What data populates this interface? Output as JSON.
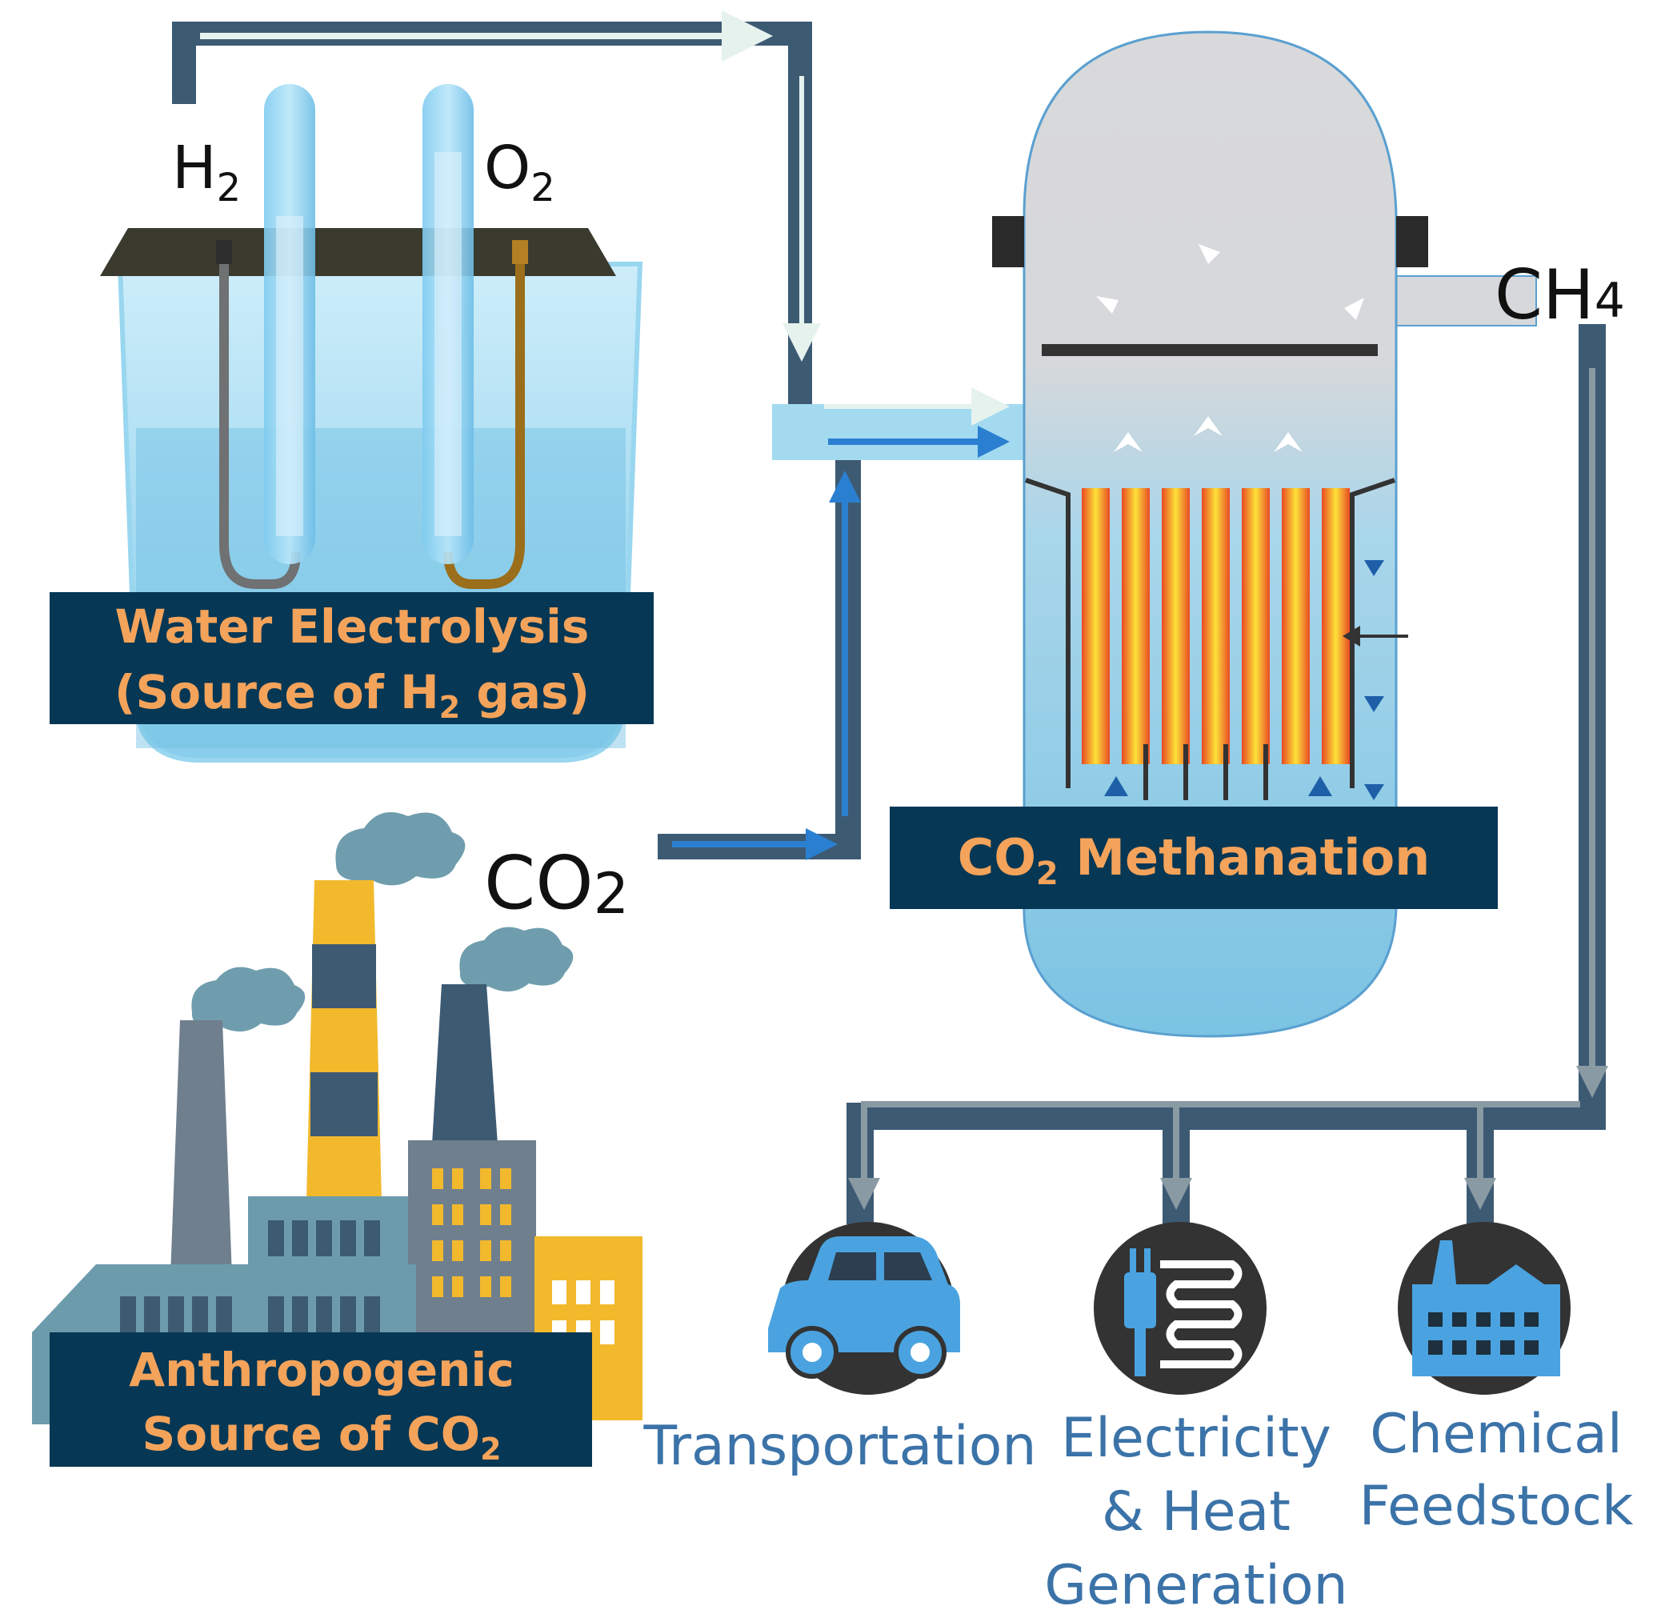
{
  "electrolysis": {
    "h2_label": "H",
    "h2_sub": "2",
    "o2_label": "O",
    "o2_sub": "2",
    "title_line1": "Water Electrolysis",
    "title_line2_pre": "(Source of H",
    "title_line2_sub": "2",
    "title_line2_post": " gas)"
  },
  "source": {
    "co2_label": "CO",
    "co2_sub": "2",
    "title_line1": "Anthropogenic",
    "title_line2_pre": "Source of CO",
    "title_line2_sub": "2"
  },
  "reactor": {
    "ch4_label": "CH",
    "ch4_sub": "4",
    "title_pre": "CO",
    "title_sub": "2",
    "title_post": " Methanation"
  },
  "uses": {
    "transportation": "Transportation",
    "electricity_line1": "Electricity",
    "electricity_line2": "& Heat",
    "electricity_line3": "Generation",
    "chemical_line1": "Chemical",
    "chemical_line2": "Feedstock"
  },
  "icons": [
    "car-icon",
    "electric-plug-heater-icon",
    "factory-icon"
  ],
  "colors": {
    "pipe": "#3D5A73",
    "label_box": "#063754",
    "label_text": "#F4A35B",
    "use_text": "#3B73A8",
    "flow_blue": "#2B7FD0",
    "flow_light": "#E6F2EE"
  }
}
